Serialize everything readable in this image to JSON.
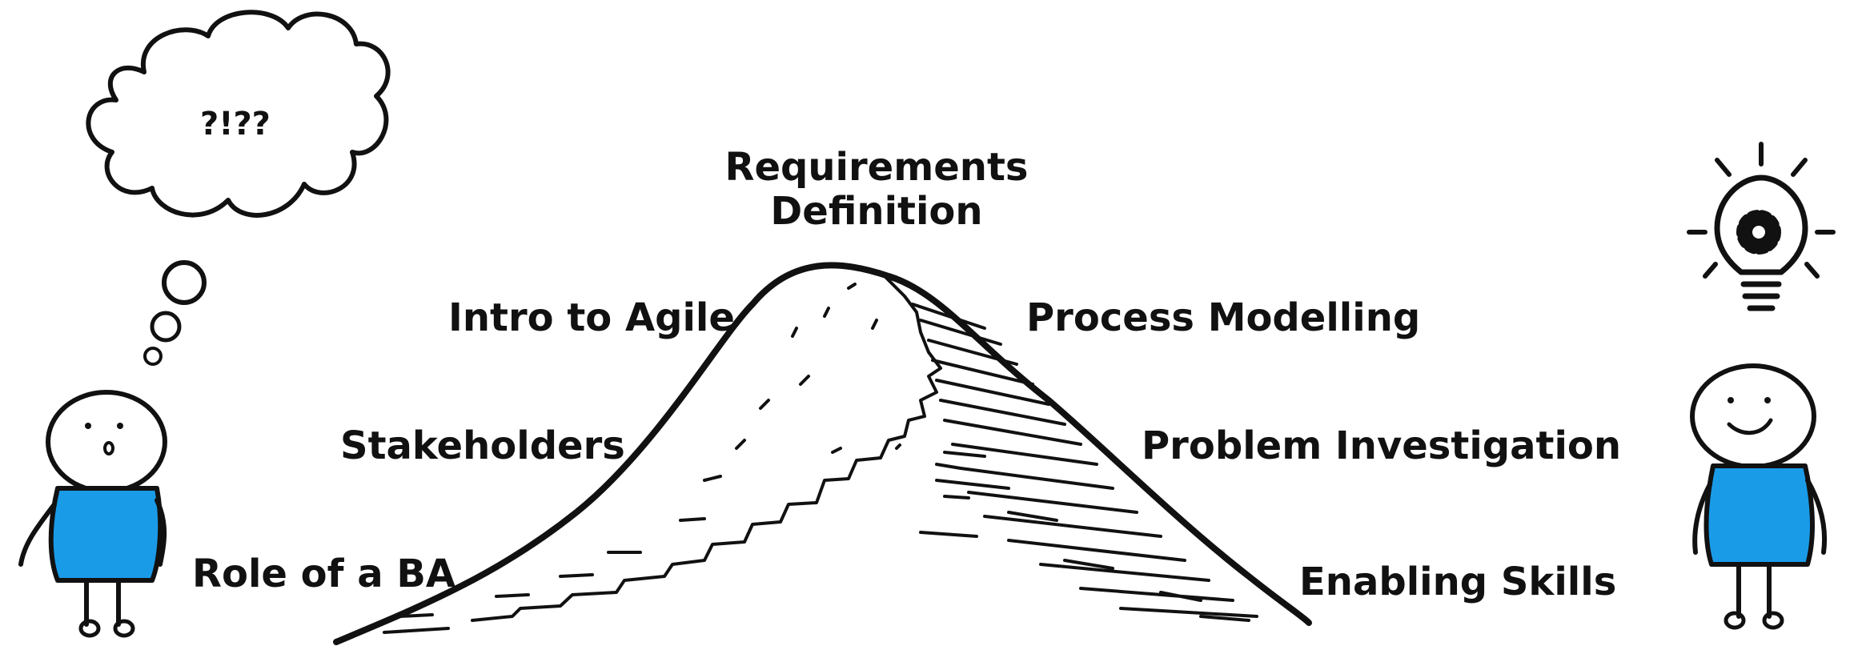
{
  "thought_bubble": {
    "text": "?!??"
  },
  "mountain": {
    "peak_label": "Requirements Definition",
    "left_steps": [
      "Intro to Agile",
      "Stakeholders",
      "Role of a BA"
    ],
    "right_steps": [
      "Process Modelling",
      "Problem Investigation",
      "Enabling Skills"
    ]
  },
  "figures": {
    "body_color": "#1a9be8",
    "left_figure": "confused-stick-figure",
    "right_figure": "smiling-stick-figure",
    "idea_icon": "lightbulb-gear-icon"
  }
}
